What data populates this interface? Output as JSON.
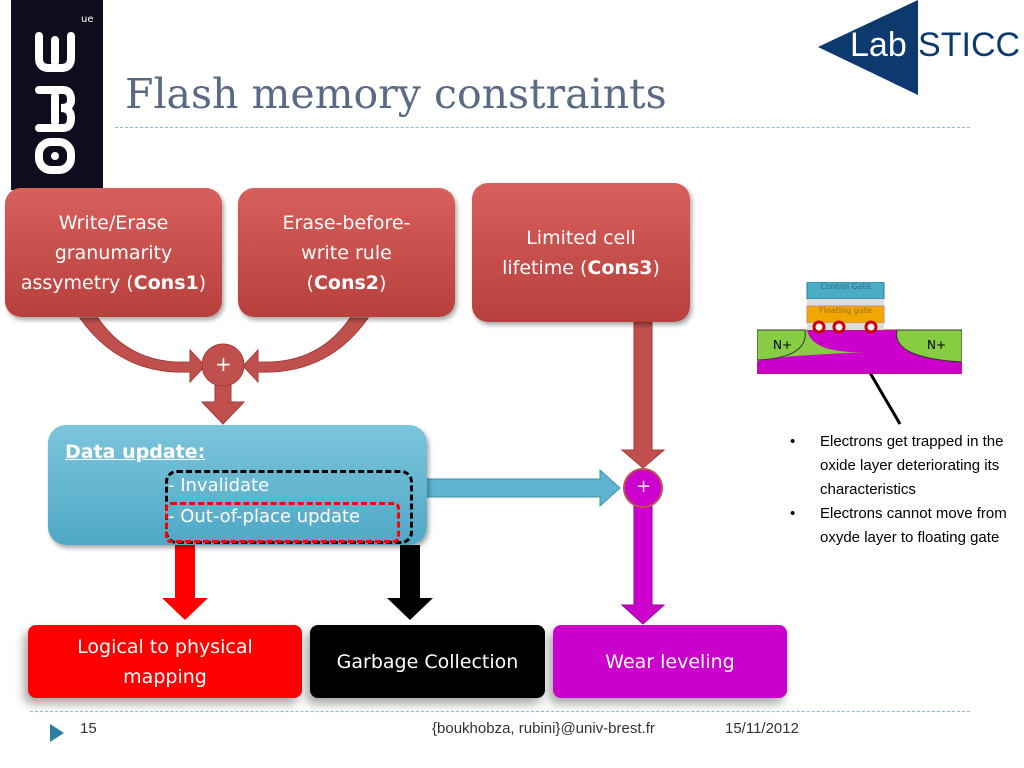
{
  "header": {
    "title": "Flash memory constraints",
    "logo_left": "UBO",
    "logo_left_badge": "ue",
    "logo_right": "Lab-STICC"
  },
  "constraints": [
    {
      "text": "Write/Erase granumarity assymetry (",
      "bold": "Cons1",
      "end": ")"
    },
    {
      "text": "Erase-before-write rule (",
      "bold": "Cons2",
      "end": ")"
    },
    {
      "text": "Limited cell lifetime (",
      "bold": "Cons3",
      "end": ")"
    }
  ],
  "plus": "+",
  "data_update": {
    "title": "Data update:",
    "items": [
      "- Invalidate",
      "- Out-of-place update"
    ]
  },
  "outcomes": [
    "Logical to physical mapping",
    "Garbage Collection",
    "Wear leveling"
  ],
  "cell_diagram": {
    "control_gate": "Control Gate",
    "floating_gate": "Floating gate",
    "source": "N+",
    "drain": "N+"
  },
  "bullets": [
    "Electrons get trapped in the oxide layer deteriorating its characteristics",
    "Electrons cannot move from oxyde layer to floating gate"
  ],
  "footer": {
    "page": "15",
    "authors": "{boukhobza, rubini}@univ-brest.fr",
    "date": "15/11/2012"
  },
  "colors": {
    "constraint_red": "#c0504d",
    "data_update_blue": "#5fb4cf",
    "mapping_red": "#ff0000",
    "gc_black": "#000000",
    "wear_magenta": "#cc00cc",
    "title": "#5a6a85",
    "labsticc_navy": "#0d3a6e"
  }
}
